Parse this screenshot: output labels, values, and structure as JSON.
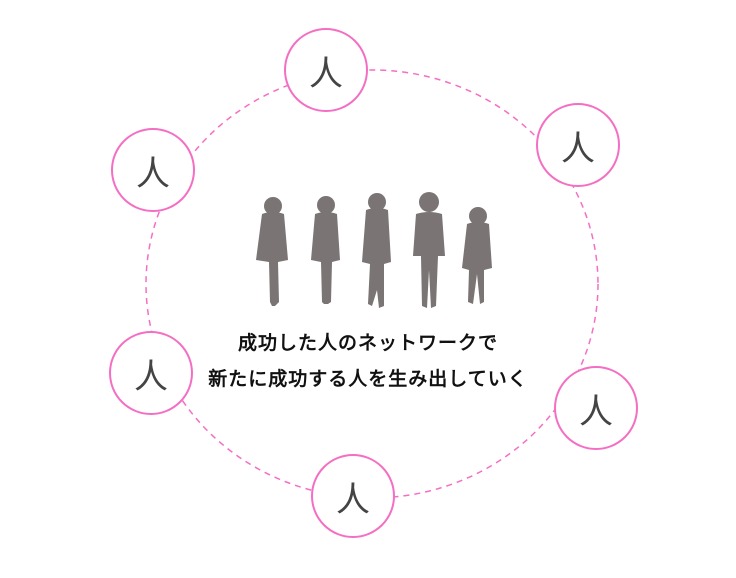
{
  "nodes": [
    {
      "label": "人"
    },
    {
      "label": "人"
    },
    {
      "label": "人"
    },
    {
      "label": "人"
    },
    {
      "label": "人"
    },
    {
      "label": "人"
    }
  ],
  "caption": {
    "line1": "成功した人のネットワークで",
    "line2": "新たに成功する人を生み出していく"
  },
  "colors": {
    "ring": "#f46fc3",
    "silhouette": "#7a7474"
  }
}
